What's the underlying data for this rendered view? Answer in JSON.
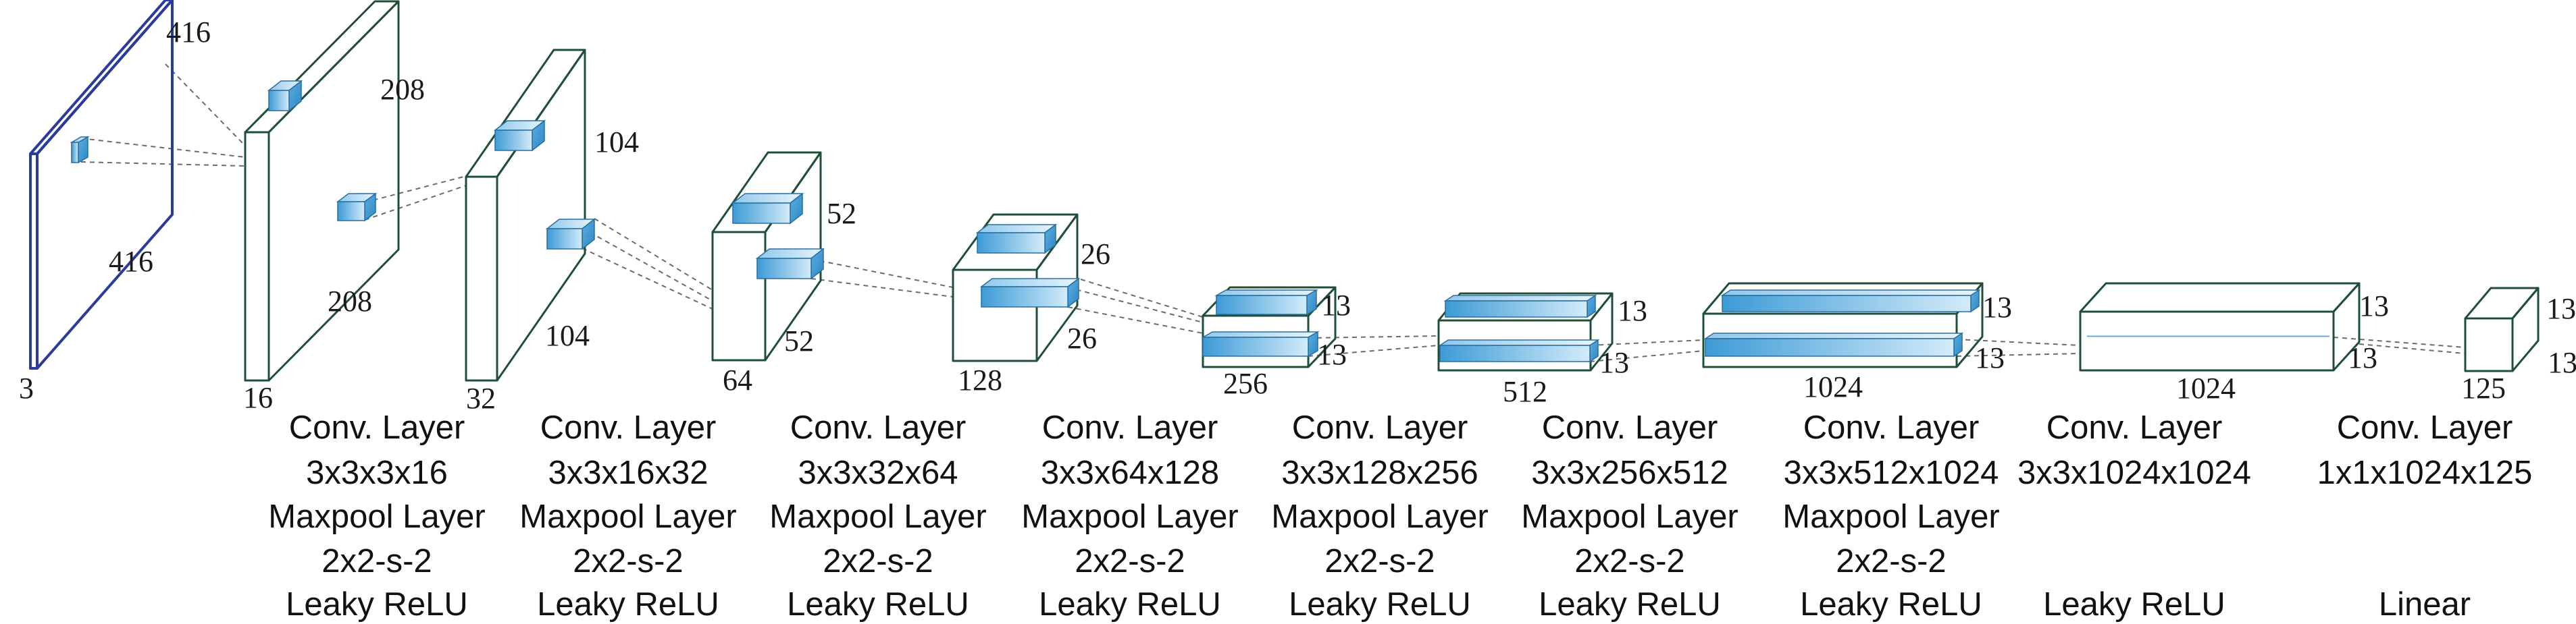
{
  "colors": {
    "input_edge": "#2a3a9e",
    "block_edge": "#1f4f38",
    "kernel_light": "#d3ebfa",
    "kernel_dark": "#3d9bd6"
  },
  "blocks": [
    {
      "dims": {
        "height": "416",
        "width": "416",
        "depth": "3"
      },
      "caption": [
        "",
        "",
        "",
        "",
        ""
      ]
    },
    {
      "dims": {
        "height": "208",
        "width": "208",
        "depth": "16"
      },
      "caption": [
        "Conv. Layer",
        "3x3x3x16",
        "Maxpool Layer",
        "2x2-s-2",
        "Leaky ReLU"
      ]
    },
    {
      "dims": {
        "height": "104",
        "width": "104",
        "depth": "32"
      },
      "caption": [
        "Conv. Layer",
        "3x3x16x32",
        "Maxpool Layer",
        "2x2-s-2",
        "Leaky ReLU"
      ]
    },
    {
      "dims": {
        "height": "52",
        "width": "52",
        "depth": "64"
      },
      "caption": [
        "Conv. Layer",
        "3x3x32x64",
        "Maxpool Layer",
        "2x2-s-2",
        "Leaky ReLU"
      ]
    },
    {
      "dims": {
        "height": "26",
        "width": "26",
        "depth": "128"
      },
      "caption": [
        "Conv. Layer",
        "3x3x64x128",
        "Maxpool Layer",
        "2x2-s-2",
        "Leaky ReLU"
      ]
    },
    {
      "dims": {
        "height": "13",
        "width": "13",
        "depth": "256"
      },
      "caption": [
        "Conv. Layer",
        "3x3x128x256",
        "Maxpool Layer",
        "2x2-s-2",
        "Leaky ReLU"
      ]
    },
    {
      "dims": {
        "height": "13",
        "width": "13",
        "depth": "512"
      },
      "caption": [
        "Conv. Layer",
        "3x3x256x512",
        "Maxpool Layer",
        "2x2-s-2",
        "Leaky ReLU"
      ]
    },
    {
      "dims": {
        "height": "13",
        "width": "13",
        "depth": "1024"
      },
      "caption": [
        "Conv. Layer",
        "3x3x512x1024",
        "Maxpool Layer",
        "2x2-s-2",
        "Leaky ReLU"
      ]
    },
    {
      "dims": {
        "height": "13",
        "width": "13",
        "depth": "1024"
      },
      "caption": [
        "Conv. Layer",
        "3x3x1024x1024",
        "",
        "",
        "Leaky ReLU"
      ]
    },
    {
      "dims": {
        "height": "13",
        "width": "13",
        "depth": "125"
      },
      "caption": [
        "Conv. Layer",
        "1x1x1024x125",
        "",
        "",
        "Linear"
      ]
    }
  ]
}
